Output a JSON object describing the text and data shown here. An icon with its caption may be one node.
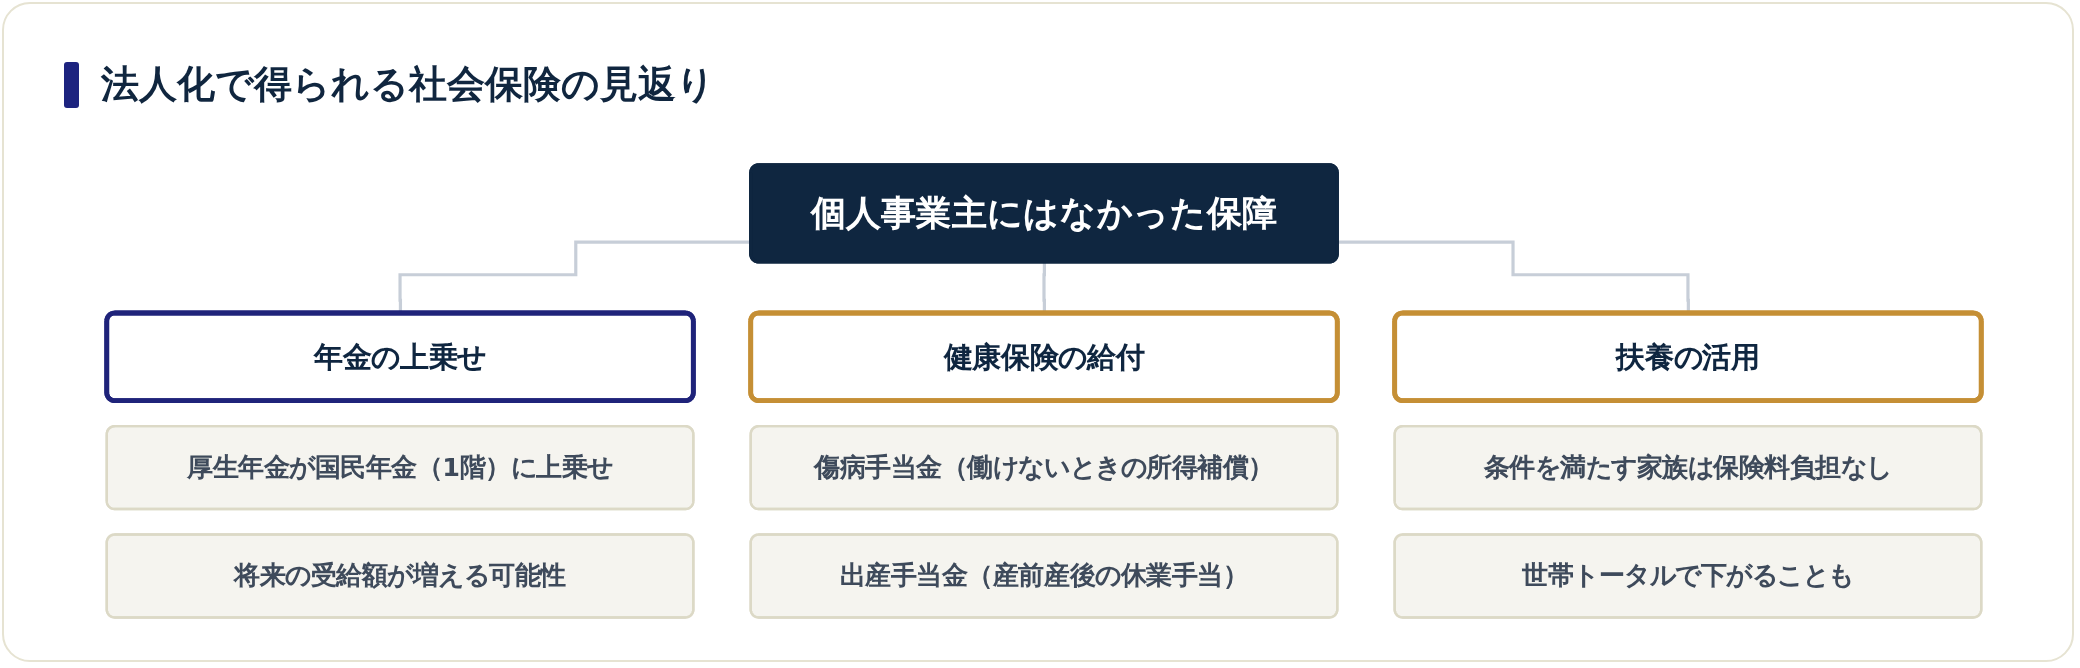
{
  "diagram": {
    "title": "法人化で得られる社会保険の見返り",
    "nodes": [
      {
        "text": [
          "個人事業主にはなかった保障"
        ]
      },
      {
        "text": [
          "年金の上乗せ"
        ]
      },
      {
        "text": [
          "健康保険の給付"
        ]
      },
      {
        "text": [
          "扶養の活用"
        ]
      },
      {
        "text": [
          "厚生年金が国民年金（1階）に上乗せ"
        ]
      },
      {
        "text": [
          "傷病手当金（働けないときの所得補償）"
        ]
      },
      {
        "text": [
          "条件を満たす家族は保険料負担なし"
        ]
      },
      {
        "text": [
          "将来の受給額が増える可能性"
        ]
      },
      {
        "text": [
          "出産手当金（産前産後の休業手当）"
        ]
      },
      {
        "text": [
          "世帯トータルで下がることも"
        ]
      }
    ],
    "edges": [
      {
        "from": 0,
        "to": 1,
        "arrow": "none"
      },
      {
        "from": 0,
        "to": 2,
        "arrow": "none"
      },
      {
        "from": 0,
        "to": 3,
        "arrow": "none"
      }
    ]
  }
}
